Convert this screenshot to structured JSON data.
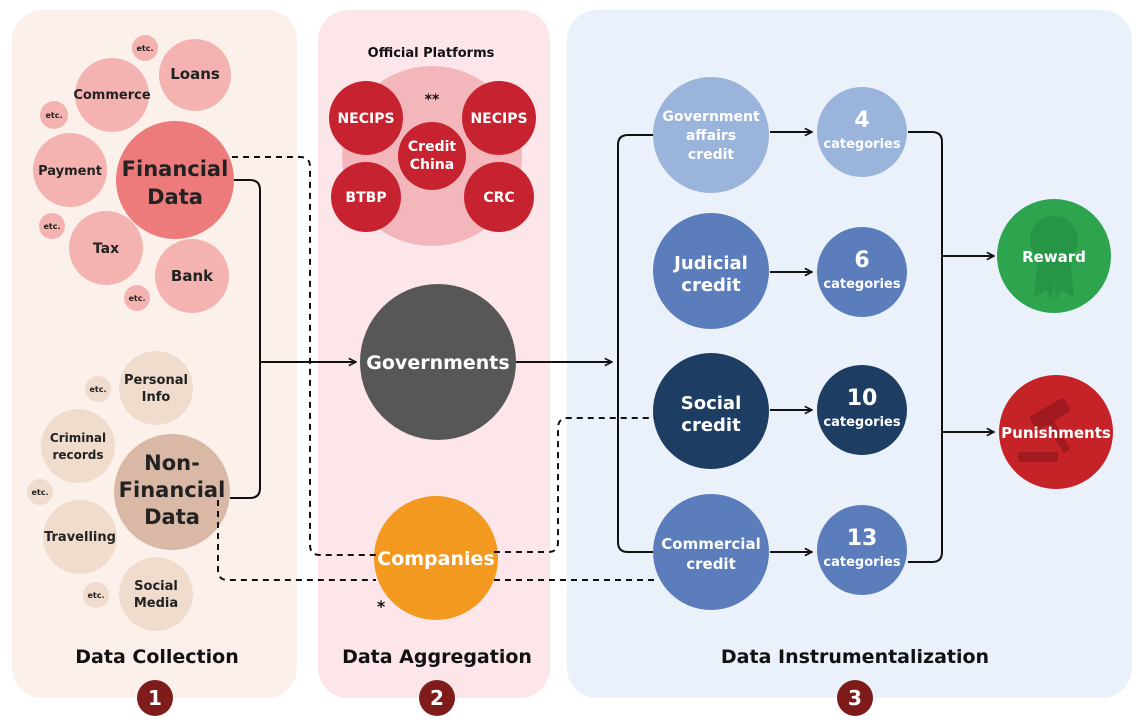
{
  "sections": [
    {
      "title": "Data Collection",
      "number": "1"
    },
    {
      "title": "Data Aggregation",
      "number": "2"
    },
    {
      "title": "Data Instrumentalization",
      "number": "3"
    }
  ],
  "financial": {
    "label": "Financial Data",
    "items": {
      "loans": "Loans",
      "commerce": "Commerce",
      "payment": "Payment",
      "tax": "Tax",
      "bank": "Bank"
    },
    "etc": "etc."
  },
  "non_financial": {
    "label": "Non- Financial Data",
    "items": {
      "personal_info": "Personal Info",
      "criminal_records": "Criminal records",
      "travelling": "Travelling",
      "social_media": "Social Media"
    },
    "etc": "etc."
  },
  "platforms": {
    "title": "Official Platforms",
    "marker": "**",
    "center": "Credit China",
    "items": {
      "necips_left": "NECIPS",
      "necips_right": "NECIPS",
      "btbp": "BTBP",
      "crc": "CRC"
    }
  },
  "aggregators": {
    "governments": "Governments",
    "companies": "Companies",
    "companies_marker": "*"
  },
  "credits": [
    {
      "name": "Government affairs credit",
      "count": "4",
      "unit": "categories"
    },
    {
      "name": "Judicial credit",
      "count": "6",
      "unit": "categories"
    },
    {
      "name": "Social credit",
      "count": "10",
      "unit": "categories"
    },
    {
      "name": "Commercial credit",
      "count": "13",
      "unit": "categories"
    }
  ],
  "outcomes": {
    "reward": "Reward",
    "punishments": "Punishments"
  },
  "colors": {
    "panel_collection": "#fbf1ea",
    "panel_aggregation": "#fce6ea",
    "panel_instrumentalization": "#eaf1fb",
    "financial_main": "#ee7b7c",
    "financial_sub": "#f4b3b0",
    "non_financial_main": "#d9b8a6",
    "non_financial_sub": "#efdccd",
    "platform_red": "#c7222f",
    "platform_pink": "#f3b6bb",
    "governments": "#575757",
    "companies": "#f3991f",
    "credit_light": "#9ab4db",
    "credit_medium": "#5b7dbc",
    "credit_dark": "#1e3d63",
    "reward": "#2ea44f",
    "punishments": "#c62329",
    "number_badge": "#7f1b1b"
  }
}
